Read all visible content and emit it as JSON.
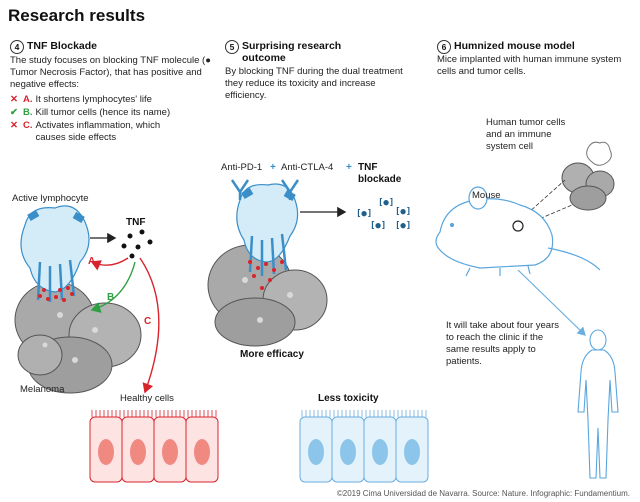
{
  "title": "Research results",
  "section4": {
    "number": "4",
    "heading": "TNF Blockade",
    "body": "The study focuses on blocking TNF molecule (● Tumor Necrosis Factor), that has positive and negative effects:",
    "items": [
      {
        "marker": "✕",
        "letter": "A.",
        "text": "It shortens lymphocytes' life",
        "color": "#d9232d"
      },
      {
        "marker": "✔",
        "letter": "B.",
        "text": "Kill tumor cells (hence its name)",
        "color": "#2ea043"
      },
      {
        "marker": "✕",
        "letter": "C.",
        "text": "Activates inflammation, which causes side effects",
        "color": "#d9232d"
      }
    ]
  },
  "section5": {
    "number": "5",
    "heading": "Surprising research outcome",
    "body": "By blocking TNF during the dual treatment they reduce its toxicity and increase efficiency."
  },
  "section6": {
    "number": "6",
    "heading": "Humnized mouse model",
    "body": "Mice implanted with human immune system cells and tumor cells."
  },
  "labels": {
    "active_lymphocyte": "Active lymphocyte",
    "tnf": "TNF",
    "arrow_a": "A",
    "arrow_b": "B",
    "arrow_c": "C",
    "melanoma": "Melanoma",
    "healthy_cells": "Healthy cells",
    "anti_pd1": "Anti-PD-1",
    "plus1": "+",
    "anti_ctla4": "Anti-CTLA-4",
    "plus2": "+",
    "tnf_blockade": "TNF blockade",
    "more_efficacy": "More efficacy",
    "less_toxicity": "Less toxicity",
    "human_tumor_cells": "Human tumor cells and an immune system cell",
    "mouse": "Mouse",
    "clinic_note": "It will take about four years to reach the clinic if the same results apply to patients."
  },
  "colors": {
    "red": "#d9232d",
    "green": "#2ea043",
    "blue": "#3b8fc9",
    "light_blue": "#bfe0f2",
    "tumor_gray": "#a9a9a9"
  },
  "footer": "©2019 Cima Universidad de Navarra. Source: Nature. Infographic: Fundamentium."
}
